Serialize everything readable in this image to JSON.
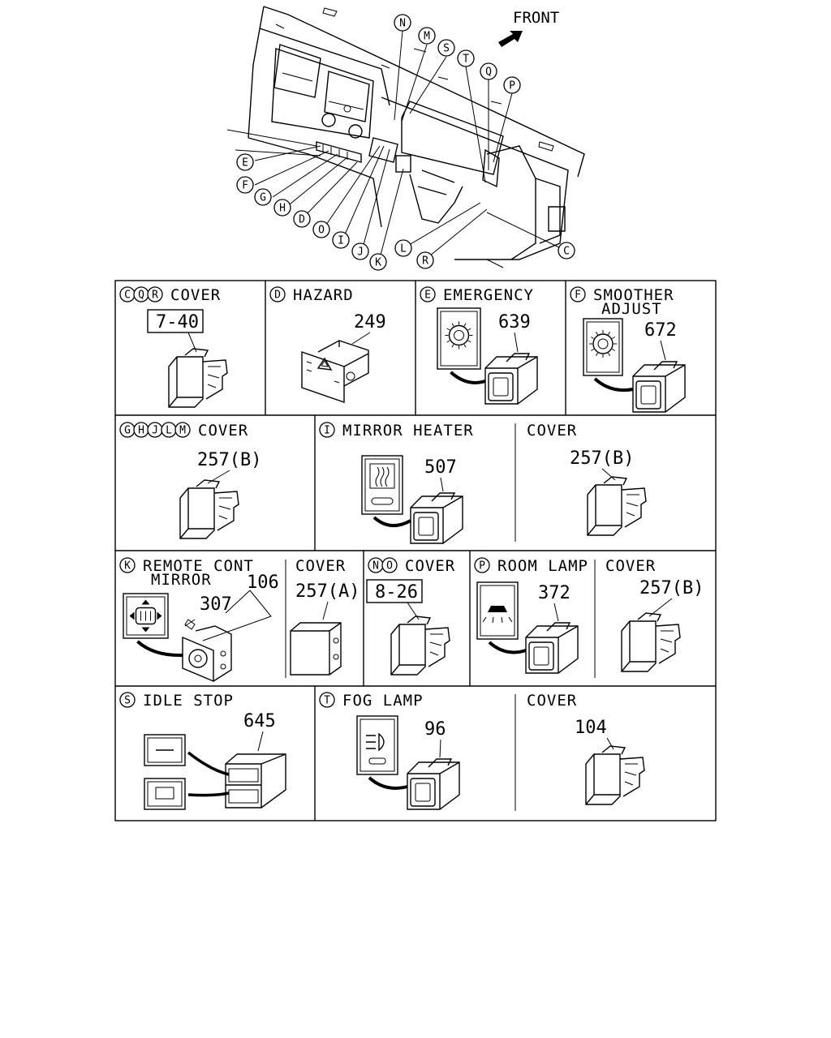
{
  "front_label": "FRONT",
  "callouts": [
    "N",
    "M",
    "S",
    "T",
    "Q",
    "P",
    "E",
    "F",
    "G",
    "H",
    "D",
    "O",
    "I",
    "J",
    "K",
    "L",
    "R",
    "C"
  ],
  "cells": [
    {
      "letters": [
        "C",
        "Q",
        "R"
      ],
      "title": "COVER",
      "part": "7-40",
      "boxed": true
    },
    {
      "letters": [
        "D"
      ],
      "title": "HAZARD",
      "part": "249"
    },
    {
      "letters": [
        "E"
      ],
      "title": "EMERGENCY",
      "part": "639"
    },
    {
      "letters": [
        "F"
      ],
      "title": "SMOOTHER",
      "title2": "ADJUST",
      "part": "672"
    },
    {
      "letters": [
        "G",
        "H",
        "J",
        "L",
        "M"
      ],
      "title": "COVER",
      "part": "257(B)"
    },
    {
      "letters": [
        "I"
      ],
      "title": "MIRROR HEATER",
      "part": "507"
    },
    {
      "letters": [],
      "title": "COVER",
      "part": "257(B)"
    },
    {
      "letters": [
        "K"
      ],
      "title": "REMOTE CONT",
      "title2": "MIRROR",
      "part": "106",
      "part2": "307"
    },
    {
      "letters": [],
      "title": "COVER",
      "part": "257(A)"
    },
    {
      "letters": [
        "N",
        "O"
      ],
      "title": "COVER",
      "part": "8-26",
      "boxed": true
    },
    {
      "letters": [
        "P"
      ],
      "title": "ROOM LAMP",
      "part": "372"
    },
    {
      "letters": [],
      "title": "COVER",
      "part": "257(B)"
    },
    {
      "letters": [
        "S"
      ],
      "title": "IDLE STOP",
      "part": "645"
    },
    {
      "letters": [
        "T"
      ],
      "title": "FOG LAMP",
      "part": "96"
    },
    {
      "letters": [],
      "title": "COVER",
      "part": "104"
    }
  ]
}
